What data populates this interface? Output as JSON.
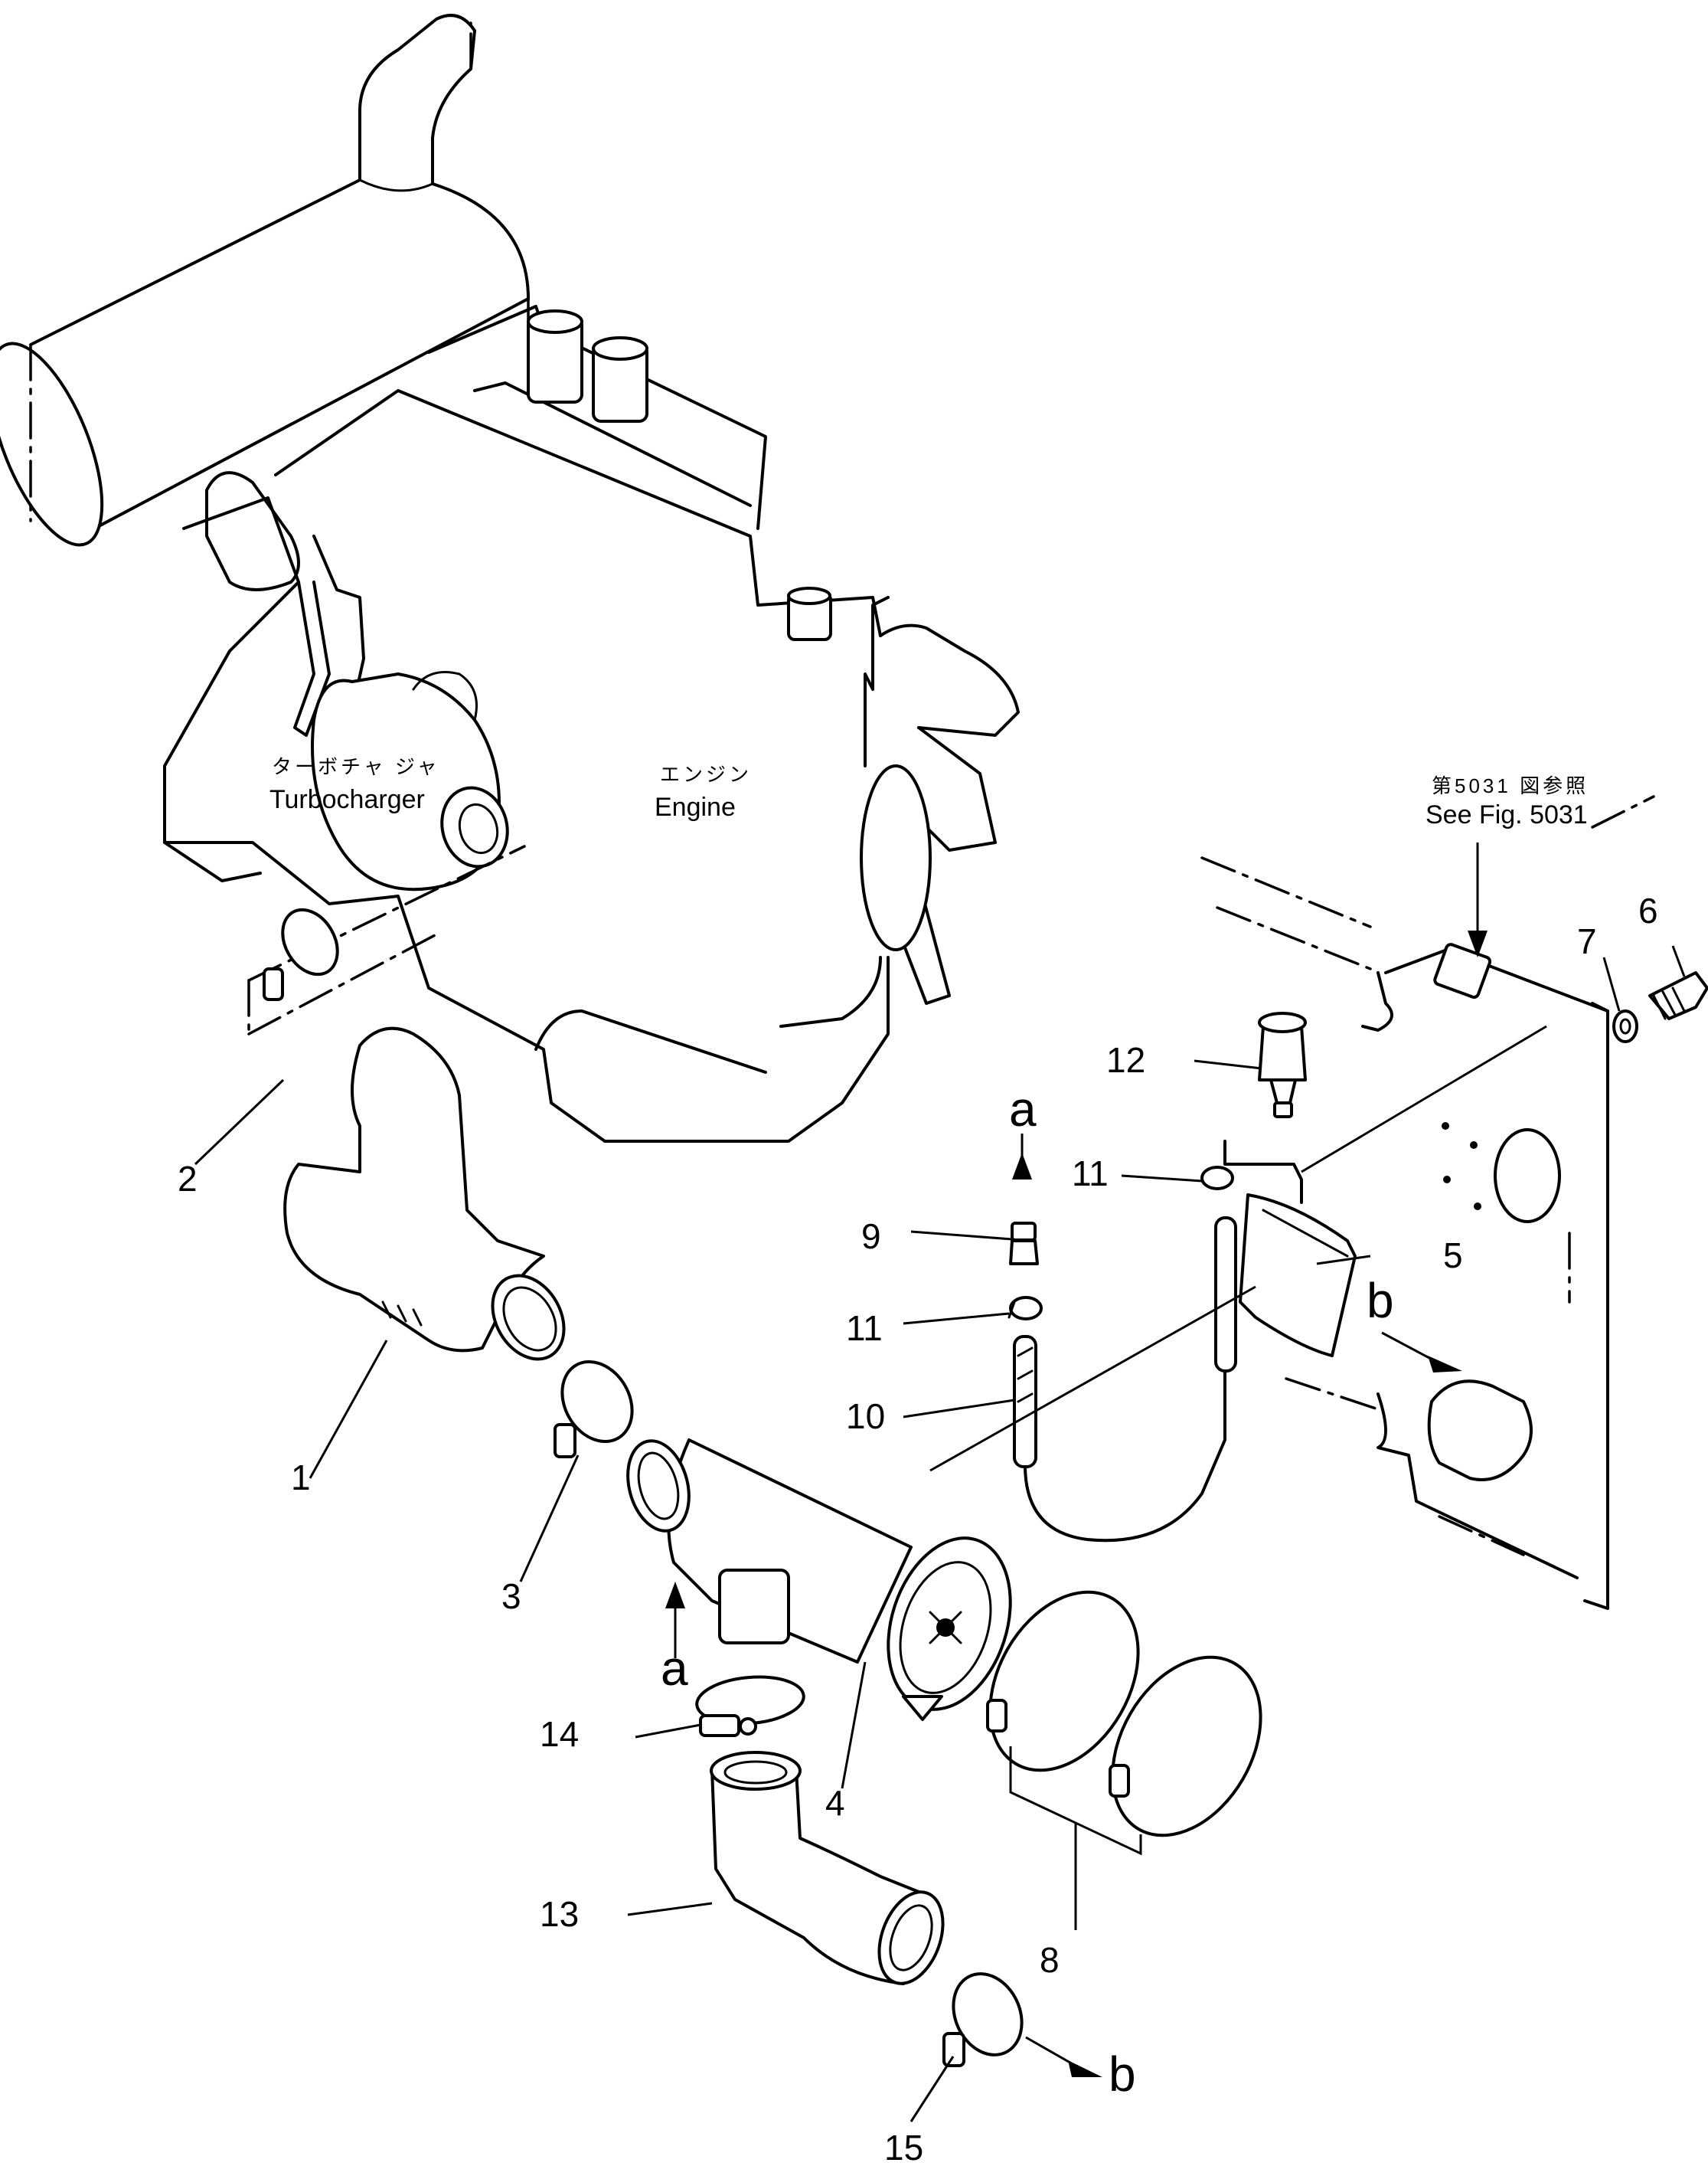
{
  "engine": {
    "turbo_jp": "ターボチャ ジャ",
    "turbo_en": "Turbocharger",
    "engine_jp": "エンジン",
    "engine_en": "Engine"
  },
  "reference": {
    "jp": "第5031 図参照",
    "en": "See Fig. 5031"
  },
  "callouts": [
    "1",
    "2",
    "3",
    "4",
    "5",
    "6",
    "7",
    "8",
    "9",
    "10",
    "11",
    "11",
    "12",
    "13",
    "14",
    "15"
  ],
  "flow_markers": {
    "a_top": "a",
    "a_bottom": "a",
    "b_upper": "b",
    "b_lower": "b"
  }
}
